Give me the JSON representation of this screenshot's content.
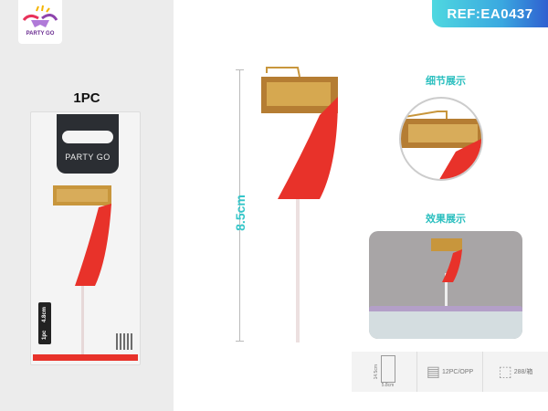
{
  "brand": {
    "logo_text": "PARTY GO"
  },
  "left_panel": {
    "quantity": "1PC",
    "package_brand": "PARTY GO",
    "tag_qty": "1pc",
    "tag_size": "4.8cm"
  },
  "ref": "REF:EA0437",
  "dimension": "8.5cm",
  "detail_label": "细节展示",
  "effect_label": "效果展示",
  "info": {
    "pkg_height": "14.5cm",
    "pkg_width": "5.8cm",
    "opp": "12PC/OPP",
    "carton": "288/箱"
  },
  "colors": {
    "red": "#e8322a",
    "gold": "#c8963c",
    "accent": "#2bbfbf"
  }
}
